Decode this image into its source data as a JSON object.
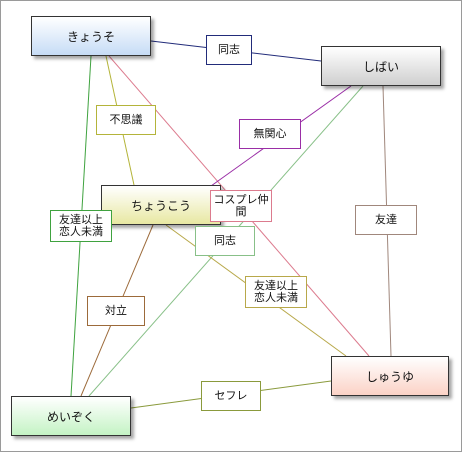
{
  "nodes": {
    "kyouso": {
      "label": "きょうそ",
      "fill_top": "#ffffff",
      "fill_bottom": "#c6dcf6"
    },
    "shibai": {
      "label": "しばい",
      "fill_top": "#ffffff",
      "fill_bottom": "#cfcfcf"
    },
    "choukou": {
      "label": "ちょうこう",
      "fill_top": "#ffffff",
      "fill_bottom": "#e8e8a2"
    },
    "shuuyu": {
      "label": "しゅうゆ",
      "fill_top": "#ffffff",
      "fill_bottom": "#fbd2c6"
    },
    "meizoku": {
      "label": "めいぞく",
      "fill_top": "#ffffff",
      "fill_bottom": "#c4f3c4"
    }
  },
  "edges": [
    {
      "id": "kyouso-shibai",
      "from": "kyouso",
      "to": "shibai",
      "label": "同志",
      "color": "#222c7a"
    },
    {
      "id": "kyouso-choukou",
      "from": "kyouso",
      "to": "choukou",
      "label": "不思議",
      "color": "#b4b43a"
    },
    {
      "id": "kyouso-meizoku",
      "from": "kyouso",
      "to": "meizoku",
      "label": "友達以上\n恋人未満",
      "color": "#3fa23f"
    },
    {
      "id": "kyouso-shuuyu",
      "from": "kyouso",
      "to": "shuuyu",
      "label": "コスプレ仲\n間",
      "color": "#dc7b8e"
    },
    {
      "id": "shibai-choukou",
      "from": "shibai",
      "to": "choukou",
      "label": "無関心",
      "color": "#9a2ea6"
    },
    {
      "id": "shibai-meizoku",
      "from": "shibai",
      "to": "meizoku",
      "label": "同志",
      "color": "#88c088"
    },
    {
      "id": "shibai-shuuyu",
      "from": "shibai",
      "to": "shuuyu",
      "label": "友達",
      "color": "#a0877c"
    },
    {
      "id": "choukou-shuuyu",
      "from": "choukou",
      "to": "shuuyu",
      "label": "友達以上\n恋人未満",
      "color": "#b8a84a"
    },
    {
      "id": "choukou-meizoku",
      "from": "choukou",
      "to": "meizoku",
      "label": "対立",
      "color": "#9c6a3a"
    },
    {
      "id": "meizoku-shuuyu",
      "from": "meizoku",
      "to": "shuuyu",
      "label": "セフレ",
      "color": "#8a9a3c"
    }
  ]
}
